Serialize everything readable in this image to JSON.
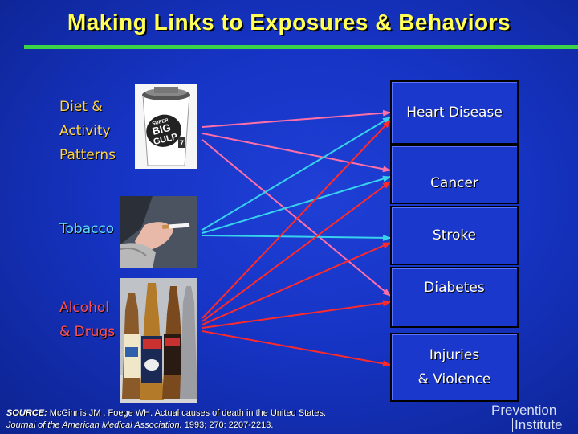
{
  "title": "Making Links to Exposures & Behaviors",
  "left_labels": {
    "diet": [
      "Diet &",
      "Activity",
      "Patterns"
    ],
    "tobacco": "Tobacco",
    "alcohol": [
      "Alcohol",
      "& Drugs"
    ]
  },
  "outcomes": {
    "heart": "Heart Disease",
    "cancer": "Cancer",
    "stroke": "Stroke",
    "diabetes": "Diabetes",
    "injuries": [
      "Injuries",
      "& Violence"
    ]
  },
  "arrow_colors": {
    "diet": "#ff6fa8",
    "tobacco": "#37d2ee",
    "alcohol": "#ff2a2a"
  },
  "source": {
    "prefix": "SOURCE:",
    "line1": " McGinnis JM , Foege WH. Actual causes of death in the United States.",
    "journal": "Journal of the American Medical Association.",
    "line2": " 1993; 270: 2207-2213."
  },
  "logo": {
    "line1": "Prevention",
    "line2": "Institute"
  },
  "cup_text": [
    "SUPER",
    "BIG",
    "GULP"
  ],
  "colors": {
    "title": "#ffff55",
    "rule": "#3cd447",
    "diet": "#ffd54f",
    "tobacco": "#5fd7ff",
    "alcohol": "#ff4d4d"
  }
}
